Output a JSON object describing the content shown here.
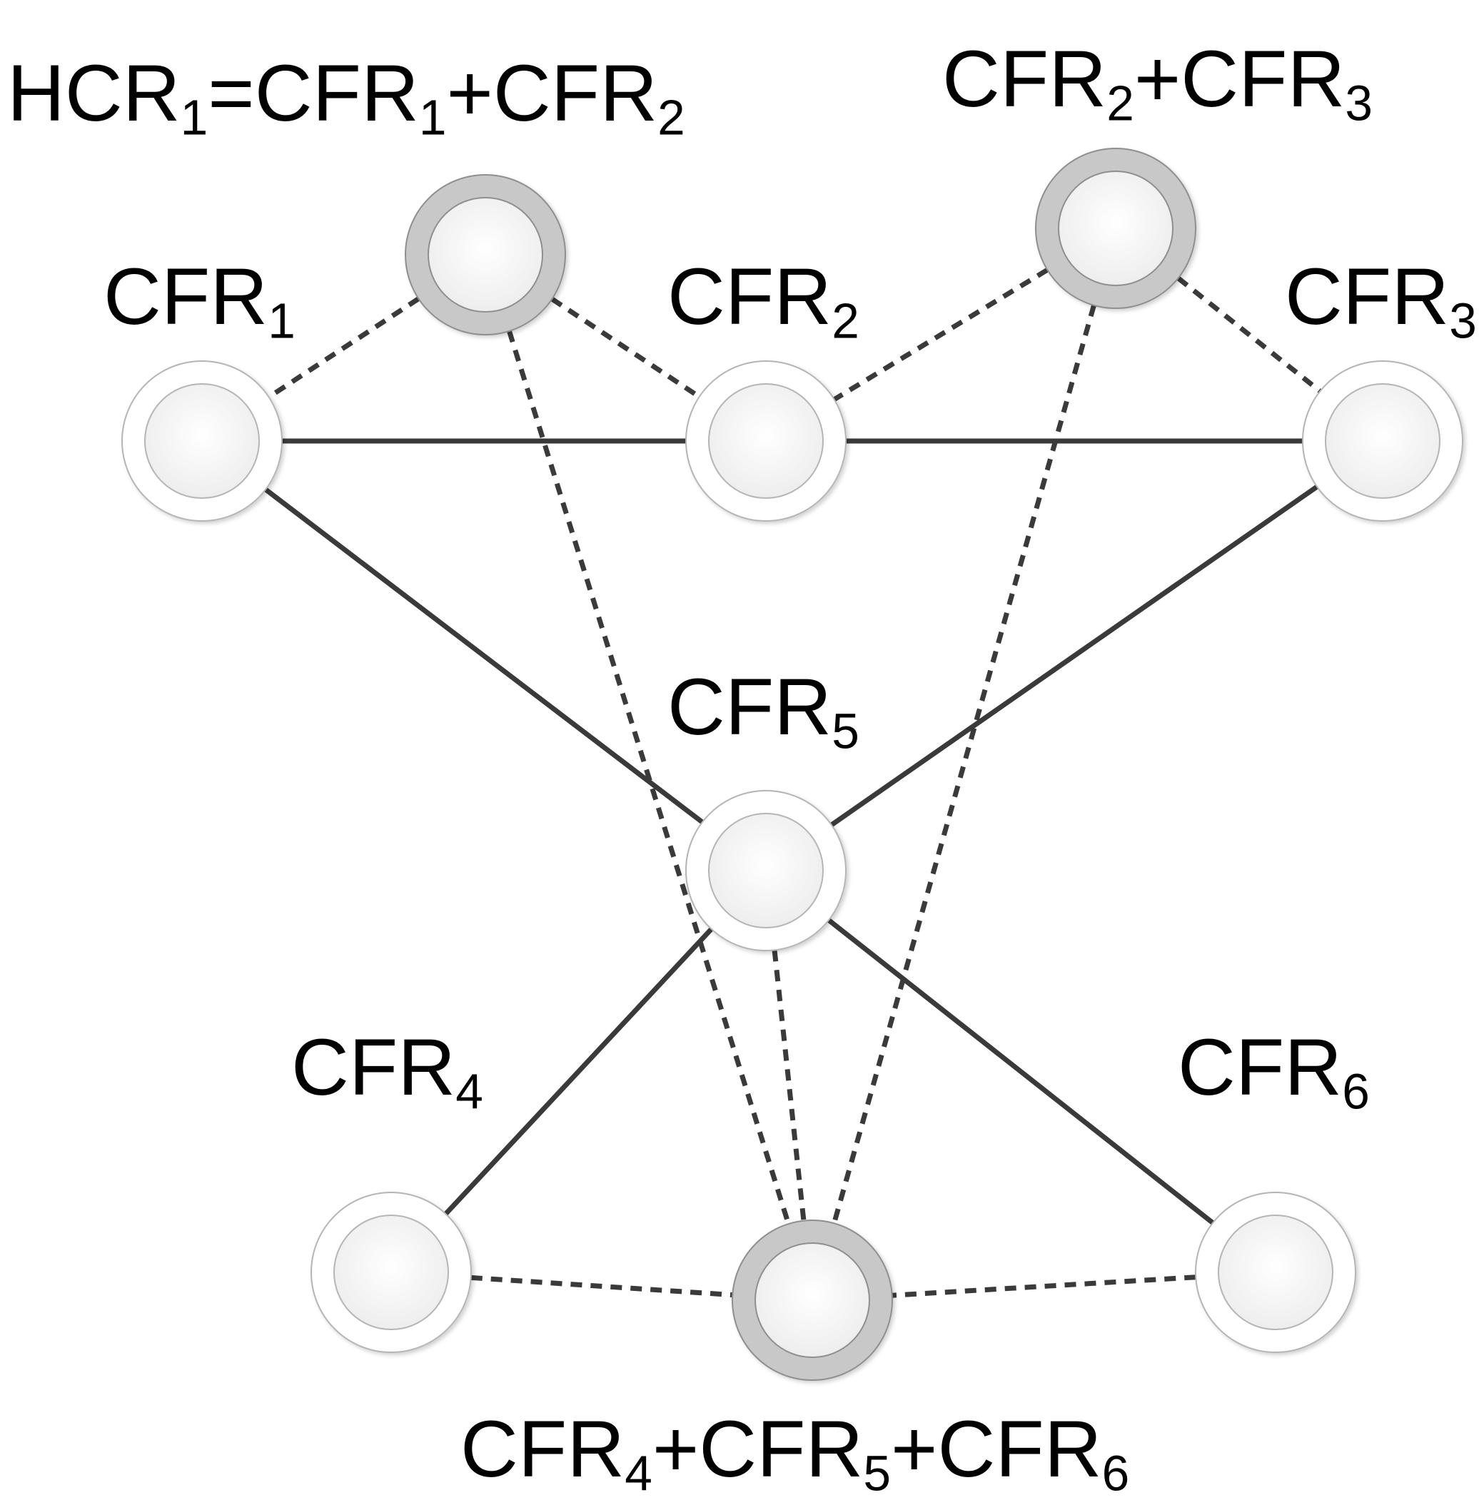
{
  "diagram": {
    "colors": {
      "line": "#3a3a3a",
      "node_fill": "#f4f4f4",
      "node_ring": "#ffffff",
      "node_border": "#b5b5b5",
      "hybrid_ring": "#c8c8c8",
      "hybrid_border": "#8f8f8f"
    },
    "nodes": [
      {
        "id": "cfr1",
        "type": "basic",
        "label": {
          "base": "CFR",
          "sub": "1"
        }
      },
      {
        "id": "cfr2",
        "type": "basic",
        "label": {
          "base": "CFR",
          "sub": "2"
        }
      },
      {
        "id": "cfr3",
        "type": "basic",
        "label": {
          "base": "CFR",
          "sub": "3"
        }
      },
      {
        "id": "cfr5",
        "type": "basic",
        "label": {
          "base": "CFR",
          "sub": "5"
        }
      },
      {
        "id": "cfr4",
        "type": "basic",
        "label": {
          "base": "CFR",
          "sub": "4"
        }
      },
      {
        "id": "cfr6",
        "type": "basic",
        "label": {
          "base": "CFR",
          "sub": "6"
        }
      },
      {
        "id": "hcr1",
        "type": "hybrid",
        "label": {
          "parts": [
            {
              "t": "HCR"
            },
            {
              "s": "1"
            },
            {
              "t": "=CFR"
            },
            {
              "s": "1"
            },
            {
              "t": "+CFR"
            },
            {
              "s": "2"
            }
          ]
        }
      },
      {
        "id": "hcr23",
        "type": "hybrid",
        "label": {
          "parts": [
            {
              "t": "CFR"
            },
            {
              "s": "2"
            },
            {
              "t": "+CFR"
            },
            {
              "s": "3"
            }
          ]
        }
      },
      {
        "id": "hcr456",
        "type": "hybrid",
        "label": {
          "parts": [
            {
              "t": "CFR"
            },
            {
              "s": "4"
            },
            {
              "t": "+CFR"
            },
            {
              "s": "5"
            },
            {
              "t": "+CFR"
            },
            {
              "s": "6"
            }
          ]
        }
      }
    ],
    "edges": [
      {
        "from": "cfr1",
        "to": "cfr2",
        "style": "solid"
      },
      {
        "from": "cfr2",
        "to": "cfr3",
        "style": "solid"
      },
      {
        "from": "cfr1",
        "to": "cfr5",
        "style": "solid"
      },
      {
        "from": "cfr3",
        "to": "cfr5",
        "style": "solid"
      },
      {
        "from": "cfr5",
        "to": "cfr4",
        "style": "solid"
      },
      {
        "from": "cfr5",
        "to": "cfr6",
        "style": "solid"
      },
      {
        "from": "hcr1",
        "to": "cfr1",
        "style": "dashed"
      },
      {
        "from": "hcr1",
        "to": "cfr2",
        "style": "dashed"
      },
      {
        "from": "hcr1",
        "to": "hcr456",
        "style": "dashed"
      },
      {
        "from": "hcr23",
        "to": "cfr2",
        "style": "dashed"
      },
      {
        "from": "hcr23",
        "to": "cfr3",
        "style": "dashed"
      },
      {
        "from": "hcr23",
        "to": "hcr456",
        "style": "dashed"
      },
      {
        "from": "cfr5",
        "to": "hcr456",
        "style": "dashed"
      },
      {
        "from": "cfr4",
        "to": "hcr456",
        "style": "dashed"
      },
      {
        "from": "cfr6",
        "to": "hcr456",
        "style": "dashed"
      }
    ]
  }
}
